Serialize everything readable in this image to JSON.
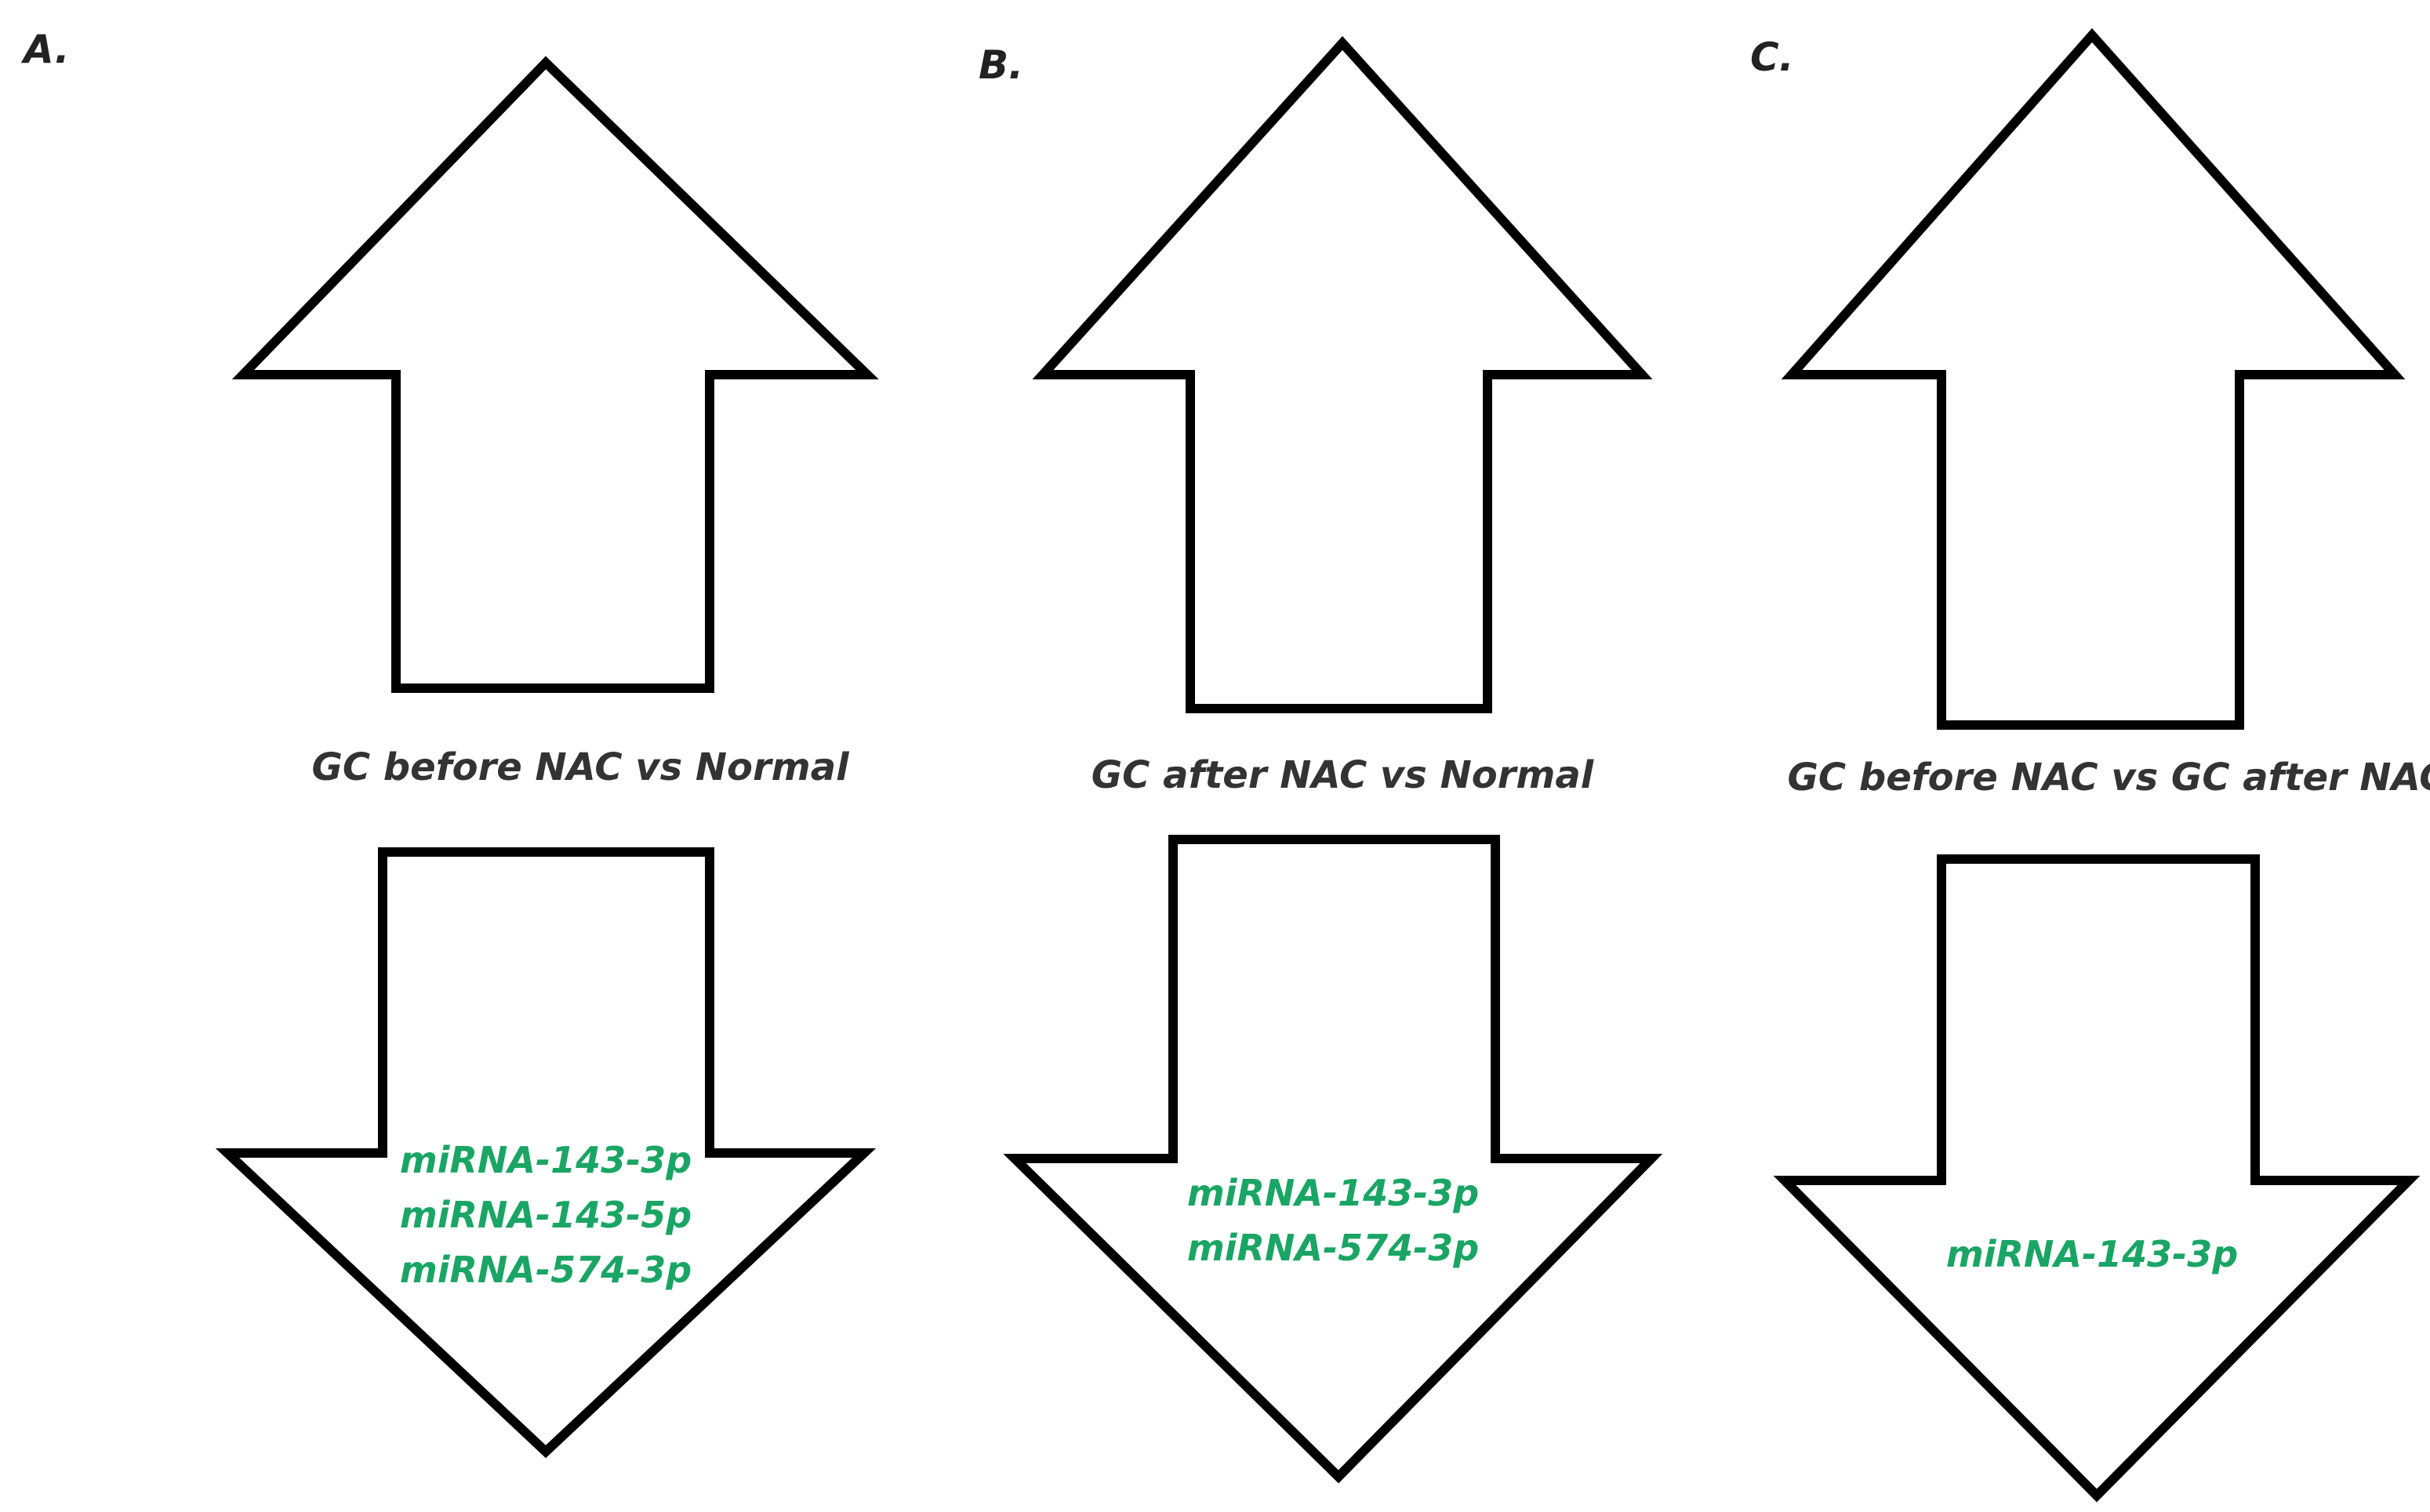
{
  "panels": [
    {
      "letter": "A.",
      "comparison": "GC before NAC vs Normal",
      "up_regulated": [],
      "down_regulated": [
        "miRNA-143-3p",
        "miRNA-143-5p",
        "miRNA-574-3p"
      ]
    },
    {
      "letter": "B.",
      "comparison": "GC after NAC vs Normal",
      "up_regulated": [],
      "down_regulated": [
        "miRNA-143-3p",
        "miRNA-574-3p"
      ]
    },
    {
      "letter": "C.",
      "comparison": "GC before NAC vs GC after NAC",
      "up_regulated": [],
      "down_regulated": [
        "miRNA-143-3p"
      ]
    }
  ],
  "colors": {
    "down_regulated_text": "#1aa564",
    "arrow_stroke": "#000000",
    "label_text": "#333333"
  },
  "icons": {
    "up": "up-arrow-icon",
    "down": "down-arrow-icon"
  }
}
